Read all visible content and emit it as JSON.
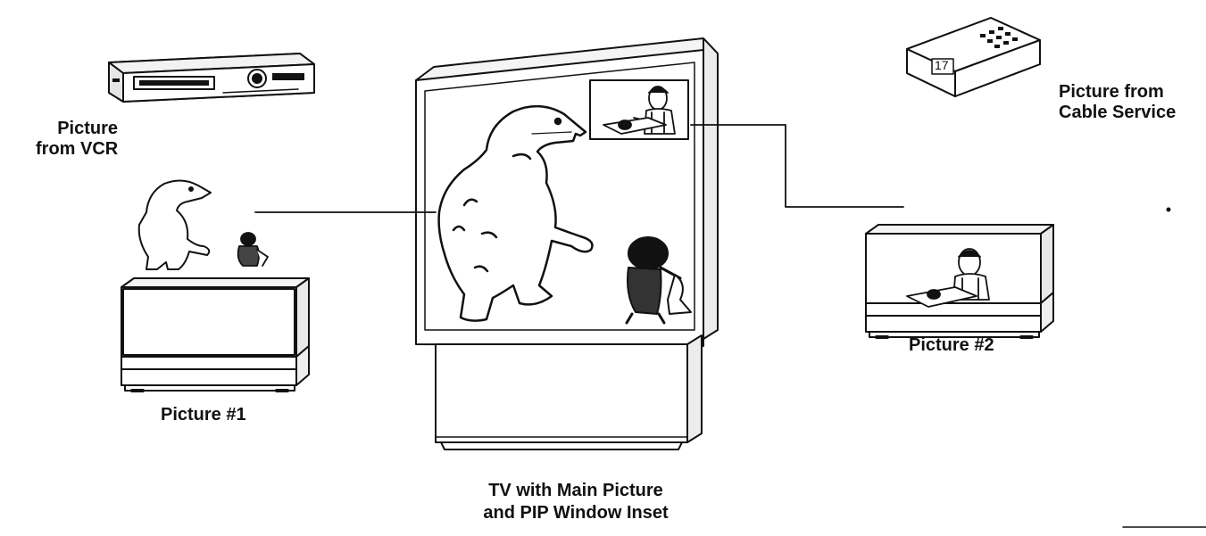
{
  "labels": {
    "vcr": [
      "Picture",
      "from VCR"
    ],
    "cable": [
      "Picture from",
      "Cable Service"
    ],
    "picture1": "Picture #1",
    "picture2": "Picture #2",
    "main_tv": [
      "TV with Main Picture",
      "and PIP Window Inset"
    ]
  },
  "cable_box_channel": "17",
  "colors": {
    "ink": "#111111",
    "paper": "#ffffff"
  }
}
